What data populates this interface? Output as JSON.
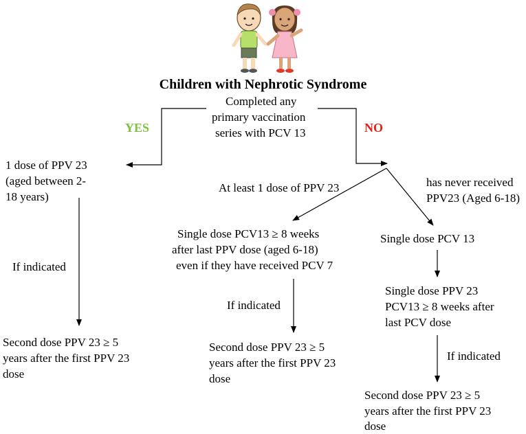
{
  "title": "Children with Nephrotic Syndrome",
  "question": {
    "line1": "Completed any",
    "line2": "primary vaccination",
    "line3": "series with PCV 13"
  },
  "branch_yes": "YES",
  "branch_no": "NO",
  "colors": {
    "yes": "#7dc142",
    "no": "#e32119"
  },
  "yes_path": {
    "step1": {
      "line1": "1 dose of PPV 23",
      "line2": "(aged between 2-",
      "line3": "18 years)"
    },
    "condition": "If indicated",
    "step2": {
      "line1": "Second dose PPV 23 ≥ 5",
      "line2": "years after the first PPV 23",
      "line3": "dose"
    }
  },
  "no_path": {
    "left_label": "At least 1 dose of PPV 23",
    "right_label": {
      "line1": "has never received",
      "line2": "PPV23 (Aged 6-18)"
    },
    "left": {
      "step1": {
        "line1": "Single dose PCV13 ≥ 8 weeks",
        "line2": "after last PPV dose  (aged 6-18)",
        "line3": "even if they have received PCV 7"
      },
      "condition": "If indicated",
      "step2": {
        "line1": "Second dose PPV 23 ≥ 5",
        "line2": "years after the first PPV 23",
        "line3": "dose"
      }
    },
    "right": {
      "step1": "Single dose PCV 13",
      "step2": {
        "line1": "Single dose PPV 23",
        "line2": "PCV13 ≥ 8 weeks after",
        "line3": "last PCV dose"
      },
      "condition": "If indicated",
      "step3": {
        "line1": "Second dose PPV 23 ≥ 5",
        "line2": "years after the first PPV 23",
        "line3": "dose"
      }
    }
  }
}
